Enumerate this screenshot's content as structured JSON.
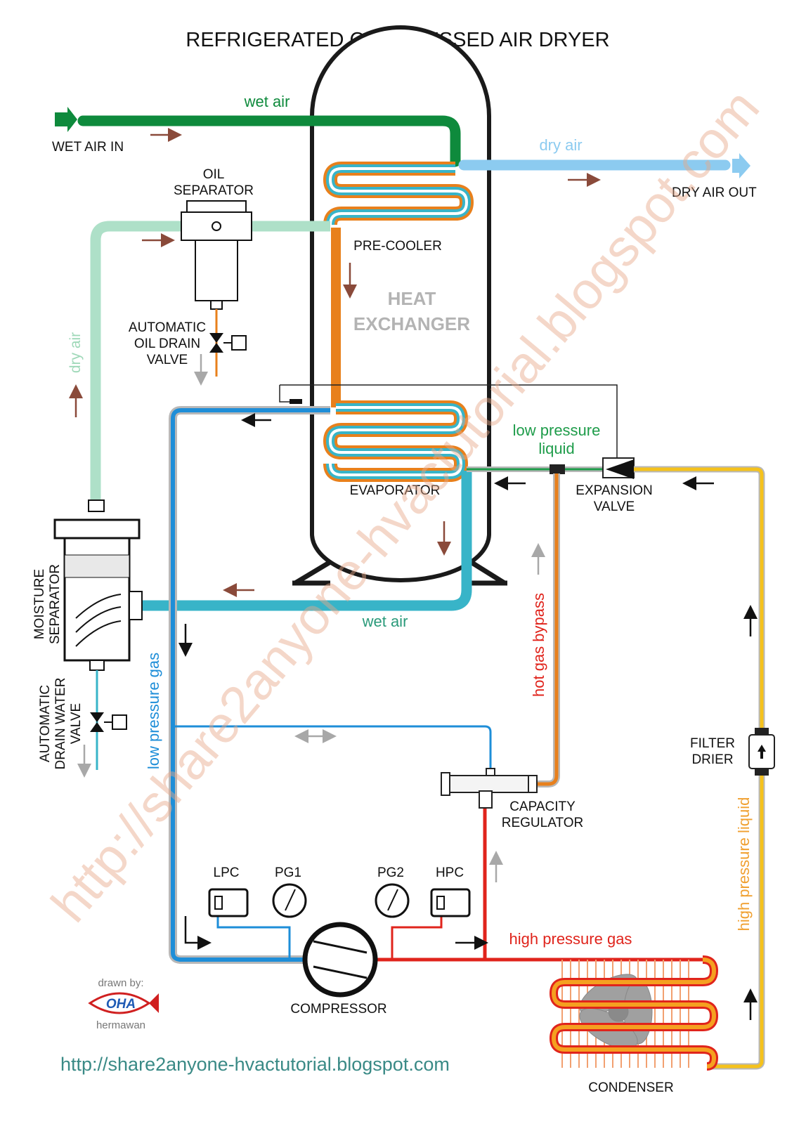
{
  "title": "REFRIGERATED COMPRESSED AIR DRYER",
  "watermark": "http://share2anyone-hvactutorial.blogspot.com",
  "footer_url": "http://share2anyone-hvactutorial.blogspot.com",
  "credit": {
    "drawn_by": "drawn by:",
    "author": "hermawan",
    "logo_text": "OHA"
  },
  "colors": {
    "wet_air": "#0e8a3c",
    "dry_air_out": "#8ccbf0",
    "dry_air_return": "#aee0c8",
    "wet_air_cooled": "#38b4c8",
    "refrigerant_hot": "#e8801c",
    "low_pressure_gas": "#1e8ed8",
    "high_pressure_gas": "#e0241c",
    "high_pressure_liquid": "#f5c21c",
    "flow_arrow": "#8a4a3a"
  },
  "labels": {
    "wet_air_top": "wet air",
    "wet_air_in": "WET AIR IN",
    "dry_air_top": "dry air",
    "dry_air_out": "DRY AIR OUT",
    "oil_separator": [
      "OIL",
      "SEPARATOR"
    ],
    "pre_cooler": "PRE-COOLER",
    "heat_exchanger": [
      "HEAT",
      "EXCHANGER"
    ],
    "oil_drain_valve": [
      "AUTOMATIC",
      "OIL DRAIN",
      "VALVE"
    ],
    "dry_air_left": "dry air",
    "low_pressure_liquid": [
      "low pressure",
      "liquid"
    ],
    "evaporator": "EVAPORATOR",
    "expansion_valve": [
      "EXPANSION",
      "VALVE"
    ],
    "moisture_separator": [
      "MOISTURE",
      "SEPARATOR"
    ],
    "wet_air_bottom": "wet air",
    "hot_gas_bypass": "hot gas bypass",
    "low_pressure_gas": "low pressure gas",
    "drain_water_valve": [
      "AUTOMATIC",
      "DRAIN WATER",
      "VALVE"
    ],
    "filter_drier": [
      "FILTER",
      "DRIER"
    ],
    "capacity_regulator": [
      "CAPACITY",
      "REGULATOR"
    ],
    "high_pressure_liquid": "high pressure liquid",
    "lpc": "LPC",
    "pg1": "PG1",
    "pg2": "PG2",
    "hpc": "HPC",
    "high_pressure_gas": "high pressure gas",
    "compressor": "COMPRESSOR",
    "condenser": "CONDENSER"
  }
}
